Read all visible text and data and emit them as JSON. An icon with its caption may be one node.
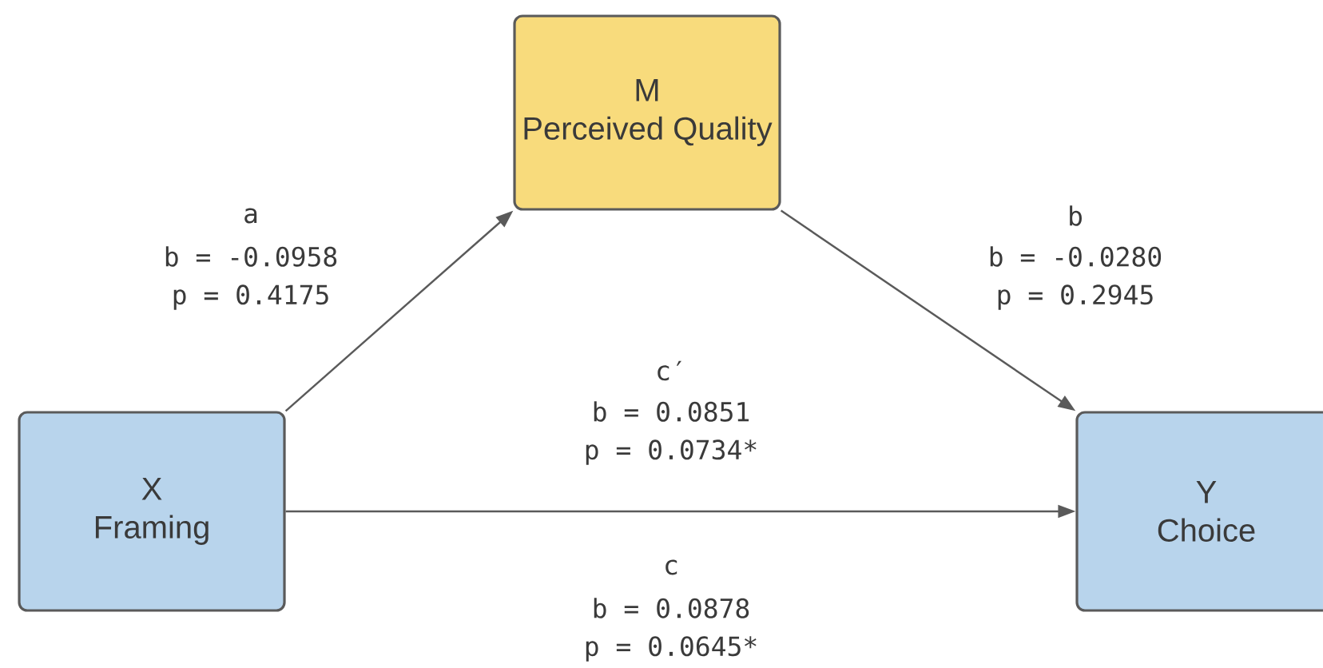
{
  "diagram": {
    "nodes": [
      {
        "text": [
          "X",
          "Framing"
        ]
      },
      {
        "text": [
          "M",
          "Perceived Quality"
        ]
      },
      {
        "text": [
          "Y",
          "Choice"
        ]
      }
    ],
    "edges": [
      {
        "from": 0,
        "to": 1,
        "arrow": "to"
      },
      {
        "from": 1,
        "to": 2,
        "arrow": "to"
      },
      {
        "from": 0,
        "to": 2,
        "arrow": "to"
      }
    ],
    "labels": [
      "a",
      "b = -0.0958",
      "p = 0.4175",
      "b",
      "b = -0.0280",
      "p = 0.2945",
      "c′",
      "b = 0.0851",
      "p = 0.0734*",
      "c",
      "b = 0.0878",
      "p = 0.0645*"
    ]
  }
}
